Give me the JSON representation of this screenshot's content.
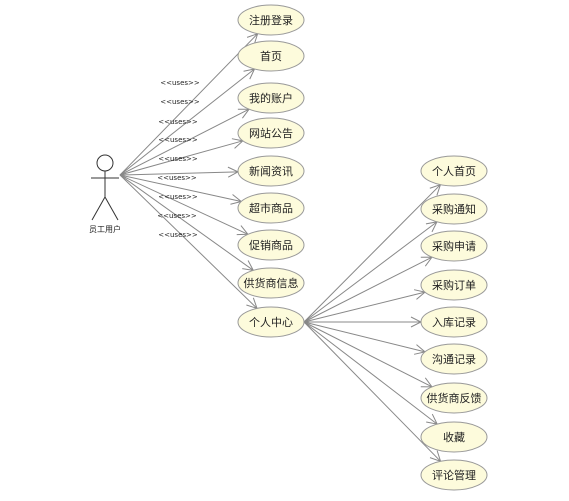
{
  "actor": {
    "name": "员工用户"
  },
  "stereotype": "<<uses>>",
  "colors": {
    "usecase_fill": "#fdfbdc",
    "usecase_stroke": "#999999",
    "line": "#888888"
  },
  "primary_use_cases": [
    "注册登录",
    "首页",
    "我的账户",
    "网站公告",
    "新闻资讯",
    "超市商品",
    "促销商品",
    "供货商信息",
    "个人中心"
  ],
  "personal_center_use_cases": [
    "个人首页",
    "采购通知",
    "采购申请",
    "采购订单",
    "入库记录",
    "沟通记录",
    "供货商反馈",
    "收藏",
    "评论管理"
  ]
}
